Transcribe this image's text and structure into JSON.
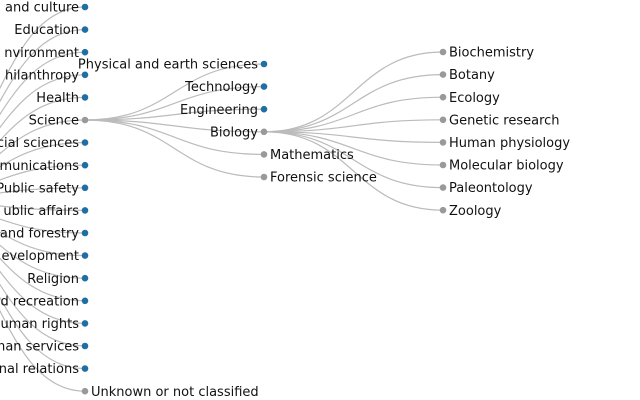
{
  "tree": {
    "left_column": [
      {
        "label": "and culture",
        "state": "collapsed"
      },
      {
        "label": "Education",
        "state": "collapsed"
      },
      {
        "label": "nvironment",
        "state": "collapsed"
      },
      {
        "label": "hilanthropy",
        "state": "collapsed"
      },
      {
        "label": "Health",
        "state": "collapsed"
      },
      {
        "label": "Science",
        "state": "expanded"
      },
      {
        "label": "cial sciences",
        "state": "collapsed"
      },
      {
        "label": "munications",
        "state": "collapsed"
      },
      {
        "label": "Public safety",
        "state": "collapsed"
      },
      {
        "label": "ublic affairs",
        "state": "collapsed"
      },
      {
        "label": "and forestry",
        "state": "collapsed"
      },
      {
        "label": "evelopment",
        "state": "collapsed"
      },
      {
        "label": "Religion",
        "state": "collapsed"
      },
      {
        "label": "d recreation",
        "state": "collapsed"
      },
      {
        "label": "uman rights",
        "state": "collapsed"
      },
      {
        "label": "man services",
        "state": "collapsed"
      },
      {
        "label": "nal relations",
        "state": "collapsed"
      },
      {
        "label": "Unknown or not classified",
        "state": "leaf"
      }
    ],
    "science_children": [
      {
        "label": "Physical and earth sciences",
        "state": "collapsed"
      },
      {
        "label": "Technology",
        "state": "collapsed"
      },
      {
        "label": "Engineering",
        "state": "collapsed"
      },
      {
        "label": "Biology",
        "state": "expanded"
      },
      {
        "label": "Mathematics",
        "state": "leaf"
      },
      {
        "label": "Forensic science",
        "state": "leaf"
      }
    ],
    "biology_children": [
      {
        "label": "Biochemistry",
        "state": "leaf"
      },
      {
        "label": "Botany",
        "state": "leaf"
      },
      {
        "label": "Ecology",
        "state": "leaf"
      },
      {
        "label": "Genetic research",
        "state": "leaf"
      },
      {
        "label": "Human physiology",
        "state": "leaf"
      },
      {
        "label": "Molecular biology",
        "state": "leaf"
      },
      {
        "label": "Paleontology",
        "state": "leaf"
      },
      {
        "label": "Zoology",
        "state": "leaf"
      }
    ],
    "colors": {
      "collapsed": "#1f6fa4",
      "leaf": "#999999",
      "link": "#bbbbbb"
    }
  }
}
